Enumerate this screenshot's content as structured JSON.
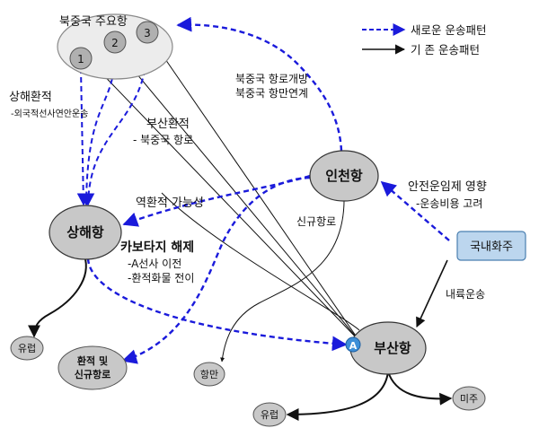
{
  "legend": {
    "new_pattern": "새로운 운송패턴",
    "existing_pattern": "기 존 운송패턴"
  },
  "north_china": {
    "title": "북중국 주요항",
    "ports": [
      "1",
      "2",
      "3"
    ]
  },
  "nodes": {
    "shanghai": "상해항",
    "incheon": "인천항",
    "busan": "부산항",
    "domestic_shipper": "국내화주",
    "europe_left": "유럽",
    "europe_bottom": "유럽",
    "americas": "미주",
    "japan": "항만",
    "transship_new": [
      "환적 및",
      "신규항로"
    ],
    "busan_marker": "A"
  },
  "annotations": {
    "shanghai_transship": [
      "상해환적",
      "-외국적선사연안운송"
    ],
    "north_china_route": [
      "북중국 항로개방",
      "북중국 항만연계"
    ],
    "busan_transship": [
      "부산환적",
      "- 북중국 항로"
    ],
    "reverse_transship": "역환적 가능성",
    "new_route": "신규항로",
    "safe_freight": [
      "안전운임제 영향",
      "-운송비용 고려"
    ],
    "cabotage": [
      "카보타지 해제",
      "-A선사 이전",
      "-환적화물 전이"
    ],
    "inland": "내륙운송"
  },
  "colors": {
    "new_line": "#1a1adb",
    "existing_line": "#111111",
    "node_fill": "#c8c8c8",
    "shipper_fill": "#bcd6ee",
    "marker_fill": "#3d8fd8"
  }
}
